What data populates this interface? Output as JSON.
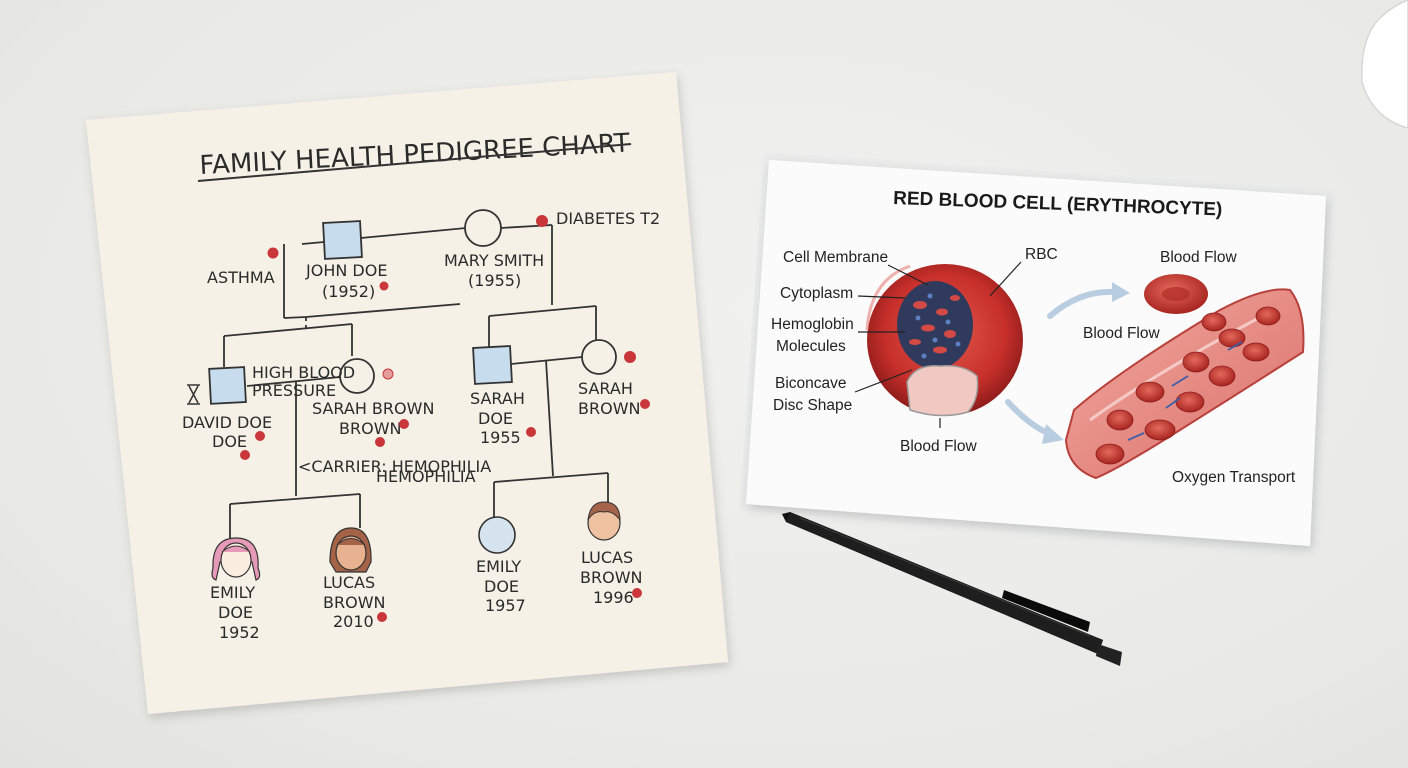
{
  "pedigree": {
    "title": "FAMILY HEALTH PEDIGREE CHART",
    "people": {
      "john": {
        "name": "JOHN DOE",
        "year": "(1952)"
      },
      "mary": {
        "name": "MARY SMITH",
        "year": "(1955)"
      },
      "david": {
        "line1": "DAVID DOE",
        "line2": "DOE"
      },
      "sarah_left": {
        "line1": "SARAH BROWN",
        "line2": "BROWN"
      },
      "sarah_doe": {
        "line1": "SARAH",
        "line2": "DOE",
        "line3": "1955"
      },
      "sarah_right": {
        "line1": "SARAH",
        "line2": "BROWN"
      },
      "emily_left": {
        "line1": "EMILY",
        "line2": "DOE",
        "line3": "1952"
      },
      "lucas_left": {
        "line1": "LUCAS",
        "line2": "BROWN",
        "line3": "2010"
      },
      "emily_right": {
        "line1": "EMILY",
        "line2": "DOE",
        "line3": "1957"
      },
      "lucas_right": {
        "line1": "LUCAS",
        "line2": "BROWN",
        "line3": "1996"
      }
    },
    "conditions": {
      "asthma": "ASTHMA",
      "diabetes": "DIABETES T2",
      "high_bp_1": "HIGH BLOOD",
      "high_bp_2": "PRESSURE",
      "carrier": "<CARRIER: HEMOPHILIA",
      "carrier_small": "HEMOPHILIA"
    },
    "marker_color": "#c9373b",
    "male_fill": "#c7dcec"
  },
  "rbc_card": {
    "title": "RED BLOOD CELL (ERYTHROCYTE)",
    "labels": {
      "cell_membrane": "Cell Membrane",
      "rbc": "RBC",
      "cytoplasm": "Cytoplasm",
      "hemoglobin_1": "Hemoglobin",
      "hemoglobin_2": "Molecules",
      "biconcave_1": "Biconcave",
      "biconcave_2": "Disc Shape",
      "blood_flow_bottom": "Blood Flow",
      "blood_flow_top": "Blood Flow",
      "blood_flow_mid": "Blood Flow",
      "oxygen_transport": "Oxygen Transport"
    },
    "cell_color": "#c8302c"
  },
  "objects": {
    "pen": "pen-icon",
    "cup": "cup-icon"
  }
}
